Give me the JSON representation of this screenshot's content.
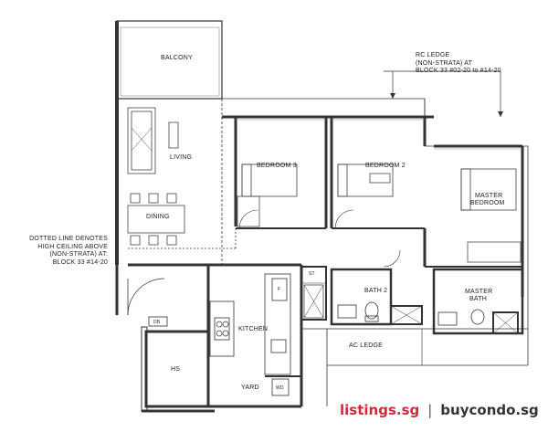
{
  "rooms": {
    "balcony": "BALCONY",
    "living": "LIVING",
    "dining": "DINING",
    "bedroom3": "BEDROOM 3",
    "bedroom2": "BEDROOM 2",
    "master_bedroom_line1": "MASTER",
    "master_bedroom_line2": "BEDROOM",
    "kitchen": "KITCHEN",
    "bath2": "BATH 2",
    "master_bath_line1": "MASTER",
    "master_bath_line2": "BATH",
    "ac_ledge": "AC LEDGE",
    "hs": "HS",
    "yard": "YARD",
    "db": "DB",
    "st": "ST",
    "wd": "WD",
    "f": "F"
  },
  "annotations": {
    "rc_ledge": [
      "RC LEDGE",
      "(NON-STRATA) AT",
      "BLOCK 33 #02-20 to #14-20"
    ],
    "dotted_line": [
      "DOTTED LINE DENOTES",
      "HIGH CEILING ABOVE",
      "(NON-STRATA) AT:",
      "BLOCK 33 #14-20"
    ]
  },
  "watermark": {
    "left": "listings.sg",
    "separator": "|",
    "right": "buycondo.sg",
    "left_color": "#d6283c",
    "right_color": "#333333"
  }
}
